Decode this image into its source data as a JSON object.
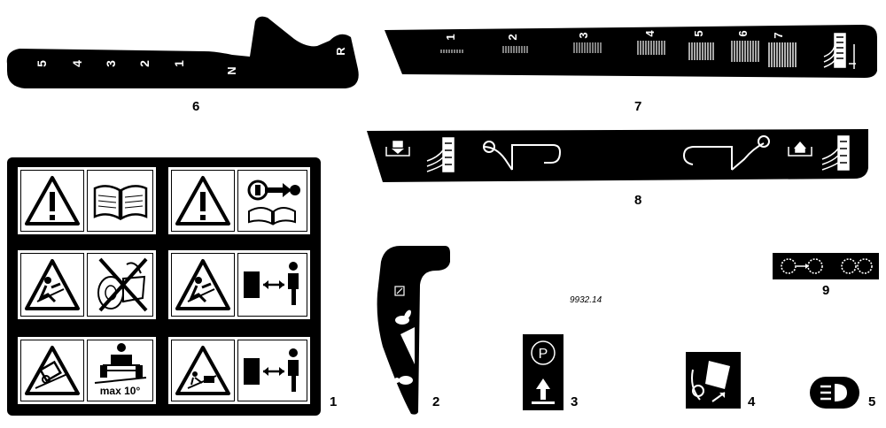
{
  "figure_code": "9932.14",
  "callouts": [
    "1",
    "2",
    "3",
    "4",
    "5",
    "6",
    "7",
    "8",
    "9"
  ],
  "decal6_labels": [
    "5",
    "4",
    "3",
    "2",
    "1",
    "N",
    "R"
  ],
  "decal7_gears": [
    "1",
    "2",
    "3",
    "4",
    "5",
    "6",
    "7"
  ],
  "decal1_slope_text": "max 10°",
  "colors": {
    "decal": "#000000",
    "paper": "#ffffff"
  },
  "icons": [
    "warning-triangle-icon",
    "manual-book-icon",
    "key-remove-icon",
    "crush-hazard-icon",
    "no-riders-icon",
    "keep-distance-icon",
    "rollover-hazard-icon",
    "slope-icon",
    "hand-lever-icon",
    "hare-icon",
    "tortoise-icon",
    "parking-brake-icon",
    "seat-tilt-icon",
    "headlight-icon",
    "gear-shift-icon"
  ]
}
